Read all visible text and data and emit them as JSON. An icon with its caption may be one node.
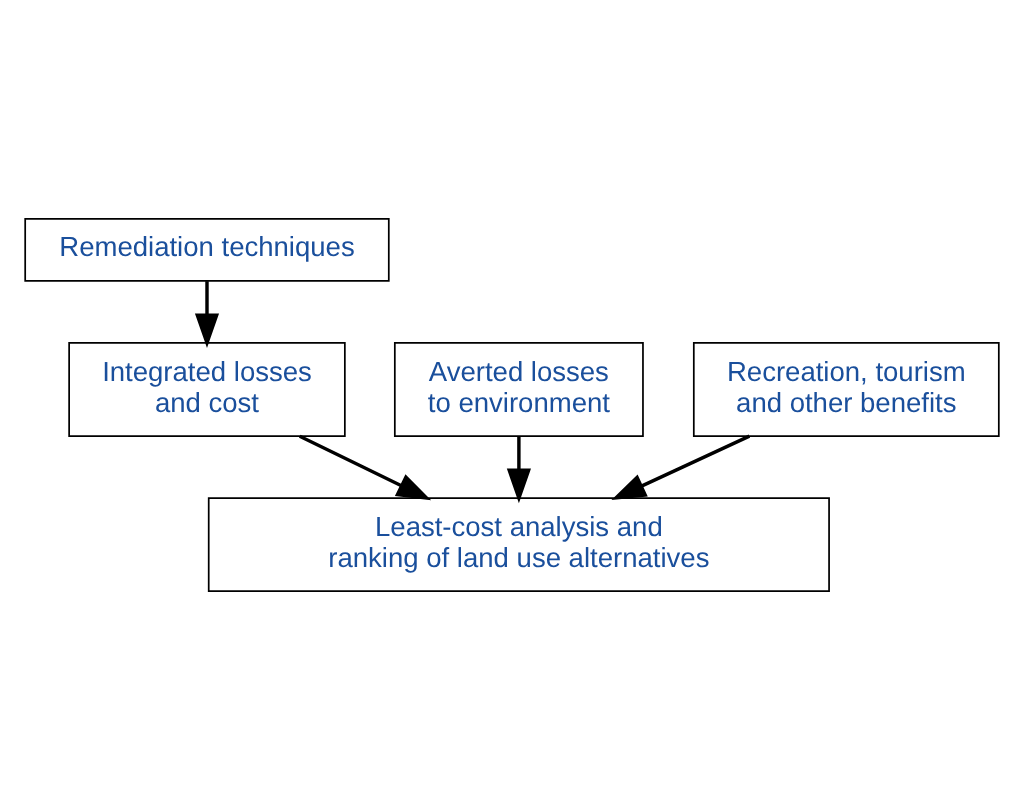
{
  "diagram": {
    "nodes": [
      {
        "text": [
          "Remediation techniques"
        ]
      },
      {
        "text": [
          "Integrated losses and cost"
        ]
      },
      {
        "text": [
          "Averted losses to environment"
        ]
      },
      {
        "text": [
          "Recreation, tourism and other benefits"
        ]
      },
      {
        "text": [
          "Least-cost analysis and ranking of land use alternatives"
        ]
      }
    ],
    "edges": [
      {
        "from": 0,
        "to": 1,
        "arrow": "to"
      },
      {
        "from": 2,
        "to": 4,
        "arrow": "to"
      },
      {
        "from": 1,
        "to": 4,
        "arrow": "to"
      },
      {
        "from": 3,
        "to": 4,
        "arrow": "to"
      }
    ]
  }
}
